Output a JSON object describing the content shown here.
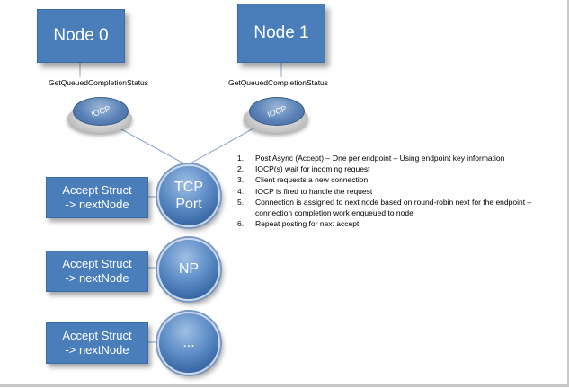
{
  "nodes": [
    {
      "label": "Node 0",
      "api": "GetQueuedCompletionStatus",
      "iocp_label": "IOCP"
    },
    {
      "label": "Node 1",
      "api": "GetQueuedCompletionStatus",
      "iocp_label": "IOCP"
    }
  ],
  "endpoints": [
    {
      "label_line1": "TCP",
      "label_line2": "Port",
      "accept_line1": "Accept Struct",
      "accept_line2": "-> nextNode"
    },
    {
      "label_line1": "NP",
      "label_line2": "",
      "accept_line1": "Accept Struct",
      "accept_line2": "-> nextNode"
    },
    {
      "label_line1": "...",
      "label_line2": "",
      "accept_line1": "Accept Struct",
      "accept_line2": "-> nextNode"
    }
  ],
  "steps": [
    {
      "num": "1.",
      "text": "Post Async (Accept) – One per endpoint – Using endpoint key information"
    },
    {
      "num": "2.",
      "text": "IOCP(s) wait for incoming request"
    },
    {
      "num": "3.",
      "text": "Client requests a new connection"
    },
    {
      "num": "4.",
      "text": "IOCP is fired to handle the request"
    },
    {
      "num": "5.",
      "text": "Connection is assigned to next node based on round-robin next for the endpoint – connection completion work enqueued to node"
    },
    {
      "num": "6.",
      "text": "Repeat posting for next accept"
    }
  ],
  "colors": {
    "node_fill": "#4a7ebb",
    "connector": "#7fa0c8",
    "disc_fill": "#5d8cc6"
  }
}
